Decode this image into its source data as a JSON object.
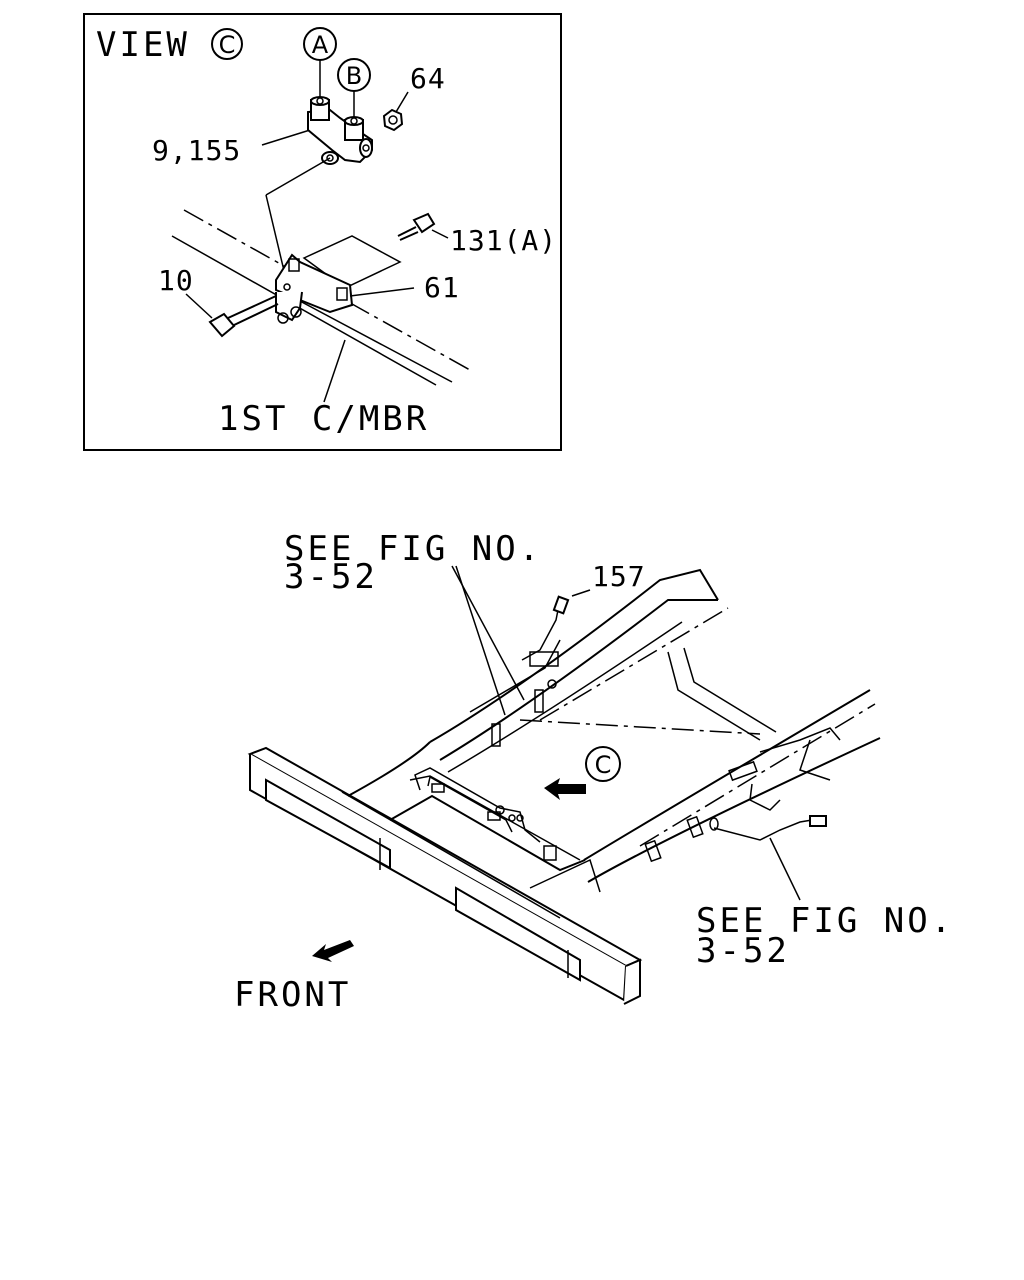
{
  "view_box": {
    "title": "VIEW",
    "title_symbol": "C",
    "callouts": {
      "a": "A",
      "b": "B",
      "p64": "64",
      "p9_155": "9,155",
      "p131a": "131(A)",
      "p61": "61",
      "p10": "10",
      "member": "1ST C/MBR"
    }
  },
  "main": {
    "see_fig_top_line1": "SEE FIG NO.",
    "see_fig_top_line2": "3-52",
    "see_fig_right_line1": "SEE FIG NO.",
    "see_fig_right_line2": "3-52",
    "p157": "157",
    "view_marker": "C",
    "front_label": "FRONT"
  }
}
